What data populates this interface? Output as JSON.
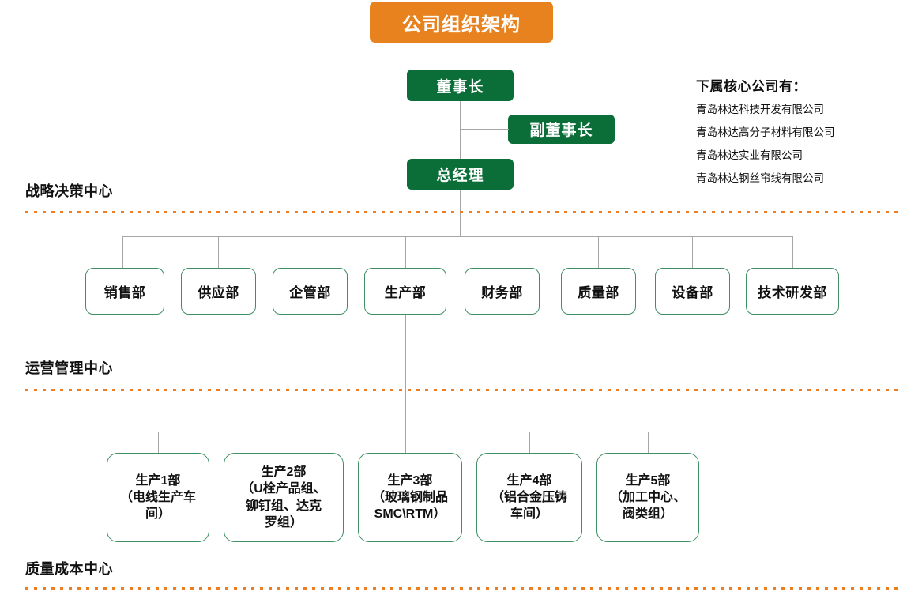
{
  "title": {
    "text": "公司组织架构",
    "bg": "#e8821e",
    "fg": "#ffffff"
  },
  "colors": {
    "exec_green": "#0b6e38",
    "dept_border": "#3f8f63",
    "accent_orange": "#ed7d21",
    "connector_gray": "#a6a6a6"
  },
  "executives": [
    {
      "id": "chairman",
      "label": "董事长"
    },
    {
      "id": "vice-chair",
      "label": "副董事长"
    },
    {
      "id": "gm",
      "label": "总经理"
    }
  ],
  "sections": [
    {
      "id": "strategy",
      "label": "战略决策中心"
    },
    {
      "id": "operation",
      "label": "运营管理中心"
    },
    {
      "id": "quality",
      "label": "质量成本中心"
    }
  ],
  "departments": [
    {
      "label": "销售部"
    },
    {
      "label": "供应部"
    },
    {
      "label": "企管部"
    },
    {
      "label": "生产部"
    },
    {
      "label": "财务部"
    },
    {
      "label": "质量部"
    },
    {
      "label": "设备部"
    },
    {
      "label": "技术研发部"
    }
  ],
  "production_units": [
    {
      "line1": "生产1部",
      "line2": "（电线生产车",
      "line3": "间）",
      "line4": ""
    },
    {
      "line1": "生产2部",
      "line2": "（U栓产品组、",
      "line3": "铆钉组、达克",
      "line4": "罗组）"
    },
    {
      "line1": "生产3部",
      "line2": "（玻璃钢制品",
      "line3": "SMC\\RTM）",
      "line4": ""
    },
    {
      "line1": "生产4部",
      "line2": "（铝合金压铸",
      "line3": "车间）",
      "line4": ""
    },
    {
      "line1": "生产5部",
      "line2": "（加工中心、",
      "line3": "阀类组）",
      "line4": ""
    }
  ],
  "subsidiaries": {
    "heading": "下属核心公司有：",
    "items": [
      "青岛林达科技开发有限公司",
      "青岛林达高分子材料有限公司",
      "青岛林达实业有限公司",
      "青岛林达钢丝帘线有限公司"
    ]
  }
}
